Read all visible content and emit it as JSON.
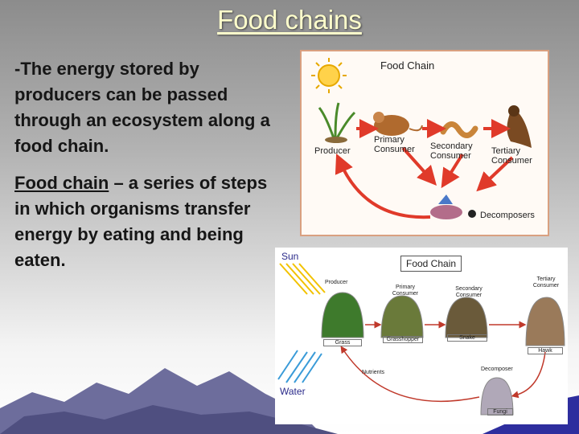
{
  "slide": {
    "title": "Food chains",
    "paragraph1": "-The energy stored by producers can be passed through an ecosystem along a food chain.",
    "paragraph2_term": "Food chain",
    "paragraph2_rest": " – a series of steps in which organisms transfer energy by eating and being eaten."
  },
  "diagram1": {
    "title": "Food Chain",
    "producer": "Producer",
    "primary": "Primary Consumer",
    "secondary": "Secondary Consumer",
    "tertiary": "Tertiary Consumer",
    "decomposers": "Decomposers"
  },
  "diagram2": {
    "title": "Food Chain",
    "sun": "Sun",
    "water": "Water",
    "producer": "Producer",
    "primary": "Primary Consumer",
    "secondary": "Secondary Consumer",
    "tertiary": "Tertiary Consumer",
    "grass": "Grass",
    "grasshopper": "Grasshopper",
    "snake": "Snake",
    "hawk": "Hawk",
    "nutrients": "Nutrients",
    "decomposer": "Decomposer",
    "fungi": "Fungi"
  },
  "colors": {
    "title": "#ffffcc",
    "arrow1": "#e03a2a",
    "arrow2": "#c0392b"
  }
}
